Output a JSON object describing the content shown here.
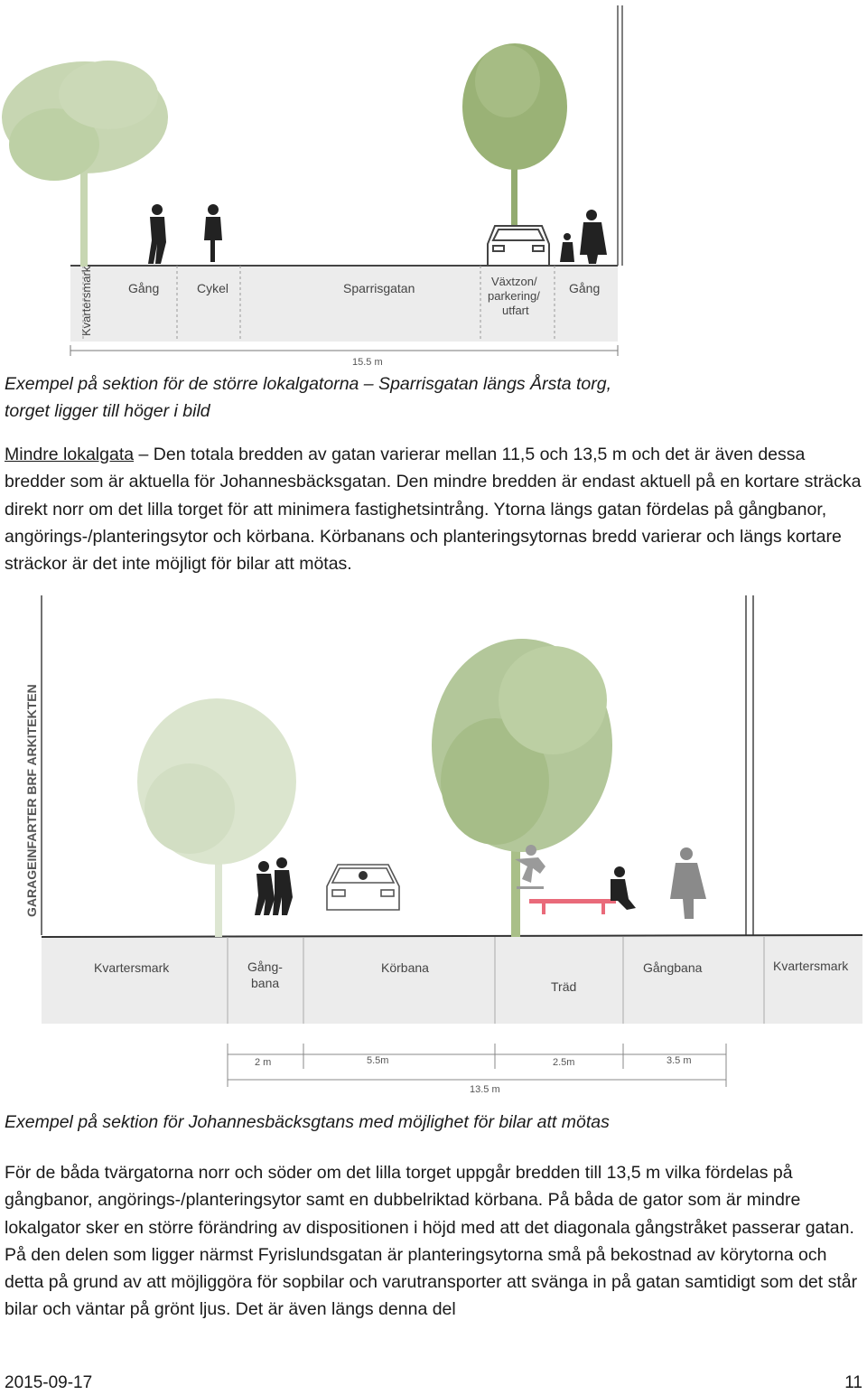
{
  "figure1": {
    "labels": {
      "kvartersmark": "Kvartersmark",
      "gang_left": "Gång",
      "cykel": "Cykel",
      "sparrisgatan": "Sparrisgatan",
      "vaxtzon_1": "Växtzon/",
      "vaxtzon_2": "parkering/",
      "vaxtzon_3": "utfart",
      "gang_right": "Gång"
    },
    "dimension": "15.5 m"
  },
  "caption1": {
    "line1": "Exempel på sektion för de större lokalgatorna – Sparrisgatan längs Årsta torg,",
    "line2": "torget ligger till höger i bild"
  },
  "paragraph1": {
    "lead": "Mindre lokalgata",
    "text": " – Den totala bredden av gatan varierar mellan 11,5 och 13,5 m och det är även dessa bredder som är aktuella för Johannesbäcksgatan. Den mindre bredden är endast aktuell på en kortare sträcka direkt norr om det lilla torget för att minimera fastighetsintrång. Ytorna längs gatan fördelas på gångbanor, angörings-/planteringsytor och körbana. Körbanans och planteringsytornas bredd varierar och längs kortare sträckor är det inte möjligt för bilar att mötas."
  },
  "figure2": {
    "vertical_label": "GARAGEINFARTER BRF ARKITEKTEN",
    "labels": {
      "kvartersmark_left": "Kvartersmark",
      "gangbana_1": "Gång-",
      "gangbana_2": "bana",
      "korbana": "Körbana",
      "trad": "Träd",
      "gangbana_right": "Gångbana",
      "kvartersmark_right": "Kvartersmark"
    },
    "dimensions": {
      "d1": "2 m",
      "d2": "5.5m",
      "d3": "2.5m",
      "d4": "3.5 m",
      "total": "13.5 m"
    }
  },
  "caption2": "Exempel på sektion för Johannesbäcksgtans med möjlighet för bilar att mötas",
  "paragraph2": "För de båda tvärgatorna norr och söder om det lilla torget uppgår bredden till 13,5 m vilka fördelas på gångbanor, angörings-/planteringsytor samt en dubbelriktad körbana. På båda de gator som är mindre lokalgator sker en större förändring av dispositionen i höjd med att det diagonala gångstråket passerar gatan. På den delen som ligger närmst Fyrislundsgatan är planteringsytorna små på bekostnad av körytorna och detta på grund av att möjliggöra för sopbilar och varutransporter att svänga in på gatan samtidigt som det står bilar och väntar på grönt ljus. Det är även längs denna del",
  "footer": {
    "date": "2015-09-17",
    "page": "11"
  },
  "colors": {
    "tree_light": "#b3c79a",
    "tree_dark": "#93ab70",
    "ground": "#ececec",
    "bench": "#e96a7a"
  }
}
